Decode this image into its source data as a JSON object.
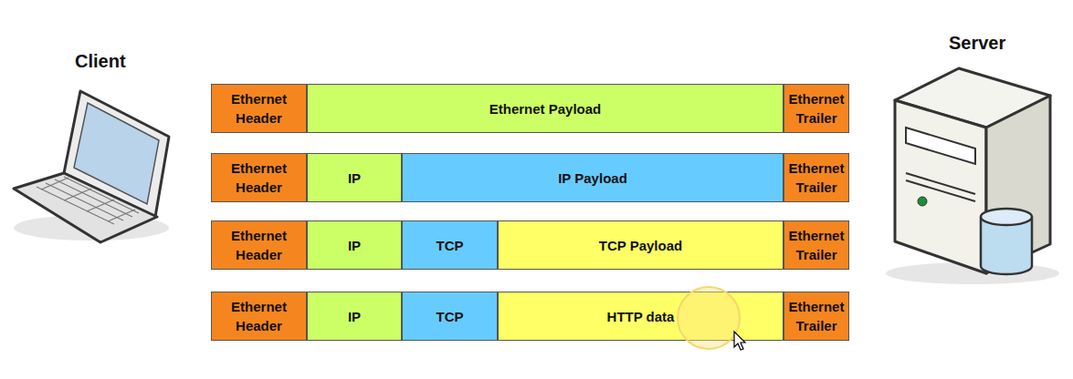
{
  "diagram": {
    "nodes": [
      {
        "text": [
          "Ethernet Header"
        ]
      },
      {
        "text": [
          "Ethernet Payload"
        ]
      },
      {
        "text": [
          "Ethernet Trailer"
        ]
      },
      {
        "text": [
          "Ethernet Header"
        ]
      },
      {
        "text": [
          "IP"
        ]
      },
      {
        "text": [
          "IP Payload"
        ]
      },
      {
        "text": [
          "Ethernet Trailer"
        ]
      },
      {
        "text": [
          "Ethernet Header"
        ]
      },
      {
        "text": [
          "IP"
        ]
      },
      {
        "text": [
          "TCP"
        ]
      },
      {
        "text": [
          "TCP Payload"
        ]
      },
      {
        "text": [
          "Ethernet Trailer"
        ]
      },
      {
        "text": [
          "Ethernet Header"
        ]
      },
      {
        "text": [
          "IP"
        ]
      },
      {
        "text": [
          "TCP"
        ]
      },
      {
        "text": [
          "HTTP data"
        ]
      },
      {
        "text": [
          "Ethernet Trailer"
        ]
      }
    ],
    "labels": [
      "Client",
      "Server"
    ]
  }
}
